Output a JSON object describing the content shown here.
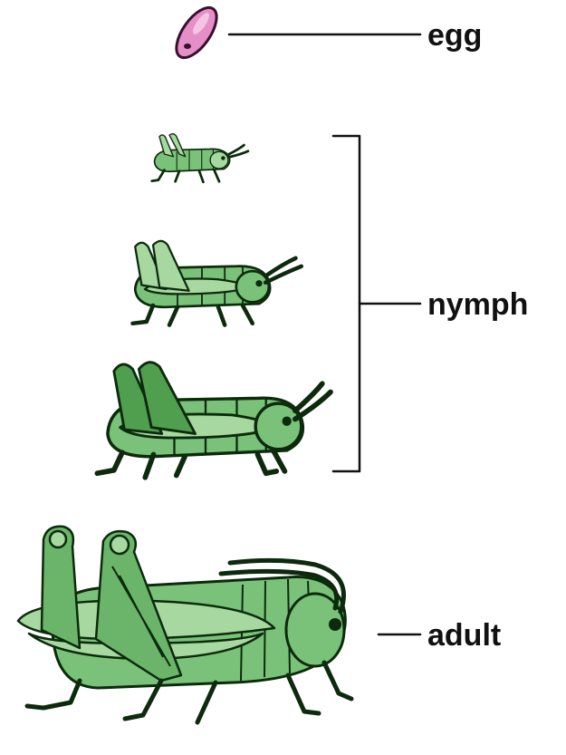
{
  "labels": {
    "egg": "egg",
    "nymph": "nymph",
    "adult": "adult"
  },
  "colors": {
    "egg_fill": "#e48fc7",
    "body_green": "#7ac27a",
    "light_green": "#a6d8a0",
    "dark_green": "#4f9f4f",
    "outline": "#0d2a0d"
  }
}
